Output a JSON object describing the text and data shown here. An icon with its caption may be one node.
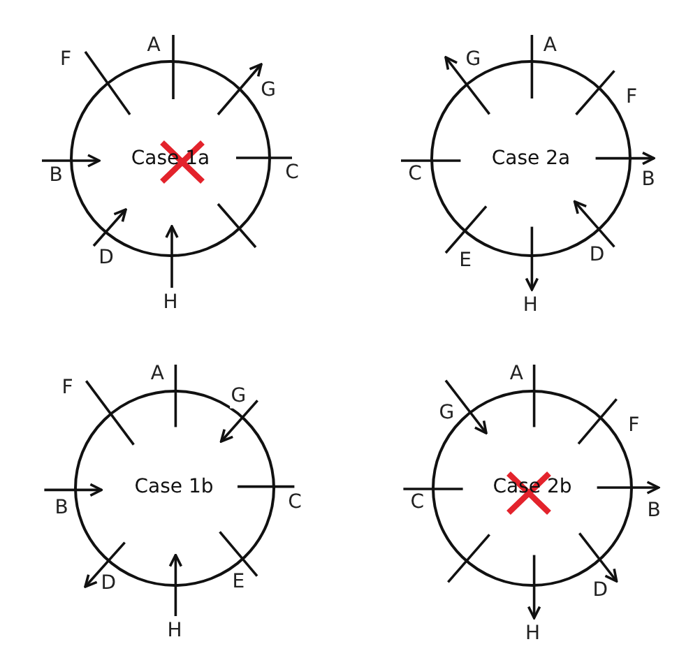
{
  "diagram": {
    "nodes": [
      {
        "text": [
          "Case 1a"
        ]
      },
      {
        "text": [
          "Case 2a"
        ]
      },
      {
        "text": [
          "Case 1b"
        ]
      },
      {
        "text": [
          "Case 2b"
        ]
      }
    ],
    "edges": [
      {
        "from": 0,
        "to": null,
        "arrow": "none",
        "label": "A"
      },
      {
        "from": 0,
        "to": null,
        "arrow": "to",
        "label": "G"
      },
      {
        "from": 0,
        "to": null,
        "arrow": "none",
        "label": "C"
      },
      {
        "from": 0,
        "to": null,
        "arrow": "none"
      },
      {
        "from": null,
        "to": 0,
        "arrow": "to",
        "label": "H"
      },
      {
        "from": null,
        "to": 0,
        "arrow": "to",
        "label": "D"
      },
      {
        "from": null,
        "to": 0,
        "arrow": "to",
        "label": "B"
      },
      {
        "from": 0,
        "to": null,
        "arrow": "none",
        "label": "F"
      },
      {
        "from": 1,
        "to": null,
        "arrow": "none",
        "label": "A"
      },
      {
        "from": 1,
        "to": null,
        "arrow": "none",
        "label": "F"
      },
      {
        "from": 1,
        "to": null,
        "arrow": "to",
        "label": "B"
      },
      {
        "from": null,
        "to": 1,
        "arrow": "to",
        "label": "D"
      },
      {
        "from": 1,
        "to": null,
        "arrow": "to",
        "label": "H"
      },
      {
        "from": 1,
        "to": null,
        "arrow": "none",
        "label": "E"
      },
      {
        "from": 1,
        "to": null,
        "arrow": "none",
        "label": "C"
      },
      {
        "from": 1,
        "to": null,
        "arrow": "to",
        "label": "G"
      },
      {
        "from": 2,
        "to": null,
        "arrow": "none",
        "label": "A"
      },
      {
        "from": null,
        "to": 2,
        "arrow": "to",
        "label": "G"
      },
      {
        "from": 2,
        "to": null,
        "arrow": "none",
        "label": "C"
      },
      {
        "from": 2,
        "to": null,
        "arrow": "none",
        "label": "E"
      },
      {
        "from": null,
        "to": 2,
        "arrow": "to",
        "label": "H"
      },
      {
        "from": 2,
        "to": null,
        "arrow": "to",
        "label": "D"
      },
      {
        "from": null,
        "to": 2,
        "arrow": "to",
        "label": "B"
      },
      {
        "from": 2,
        "to": null,
        "arrow": "none",
        "label": "F"
      },
      {
        "from": 3,
        "to": null,
        "arrow": "none",
        "label": "A"
      },
      {
        "from": 3,
        "to": null,
        "arrow": "none",
        "label": "F"
      },
      {
        "from": 3,
        "to": null,
        "arrow": "to",
        "label": "B"
      },
      {
        "from": 3,
        "to": null,
        "arrow": "to",
        "label": "D"
      },
      {
        "from": 3,
        "to": null,
        "arrow": "to",
        "label": "H"
      },
      {
        "from": 3,
        "to": null,
        "arrow": "none"
      },
      {
        "from": 3,
        "to": null,
        "arrow": "none",
        "label": "C"
      },
      {
        "from": null,
        "to": 3,
        "arrow": "to",
        "label": "G"
      }
    ]
  }
}
